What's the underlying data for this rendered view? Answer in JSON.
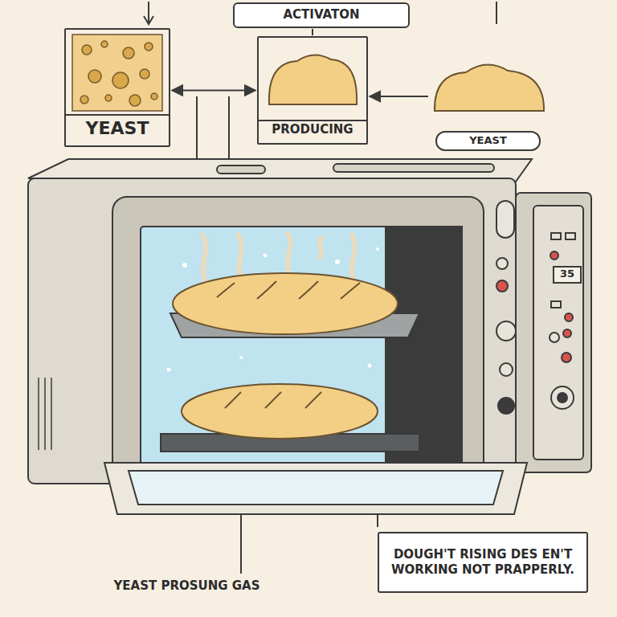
{
  "diagram": {
    "nodes": [
      {
        "text": [
          "YEAST"
        ]
      },
      {
        "text": [
          "ACTIVATON"
        ]
      },
      {
        "text": [
          "PRODUCING"
        ]
      },
      {
        "text": [
          "YEAST"
        ]
      },
      {
        "text": [
          "DOUGH'T RISING DES EN'T WORKING NOT PRAPPERLY."
        ]
      }
    ],
    "edges": [
      {
        "from": 0,
        "to": 2,
        "arrow": "both"
      },
      {
        "from": 3,
        "to": 2,
        "arrow": "to"
      },
      {
        "from": 1,
        "to": 2,
        "arrow": "none"
      }
    ],
    "labels": [
      "35",
      "YEAST PROSUNG GAS"
    ]
  }
}
